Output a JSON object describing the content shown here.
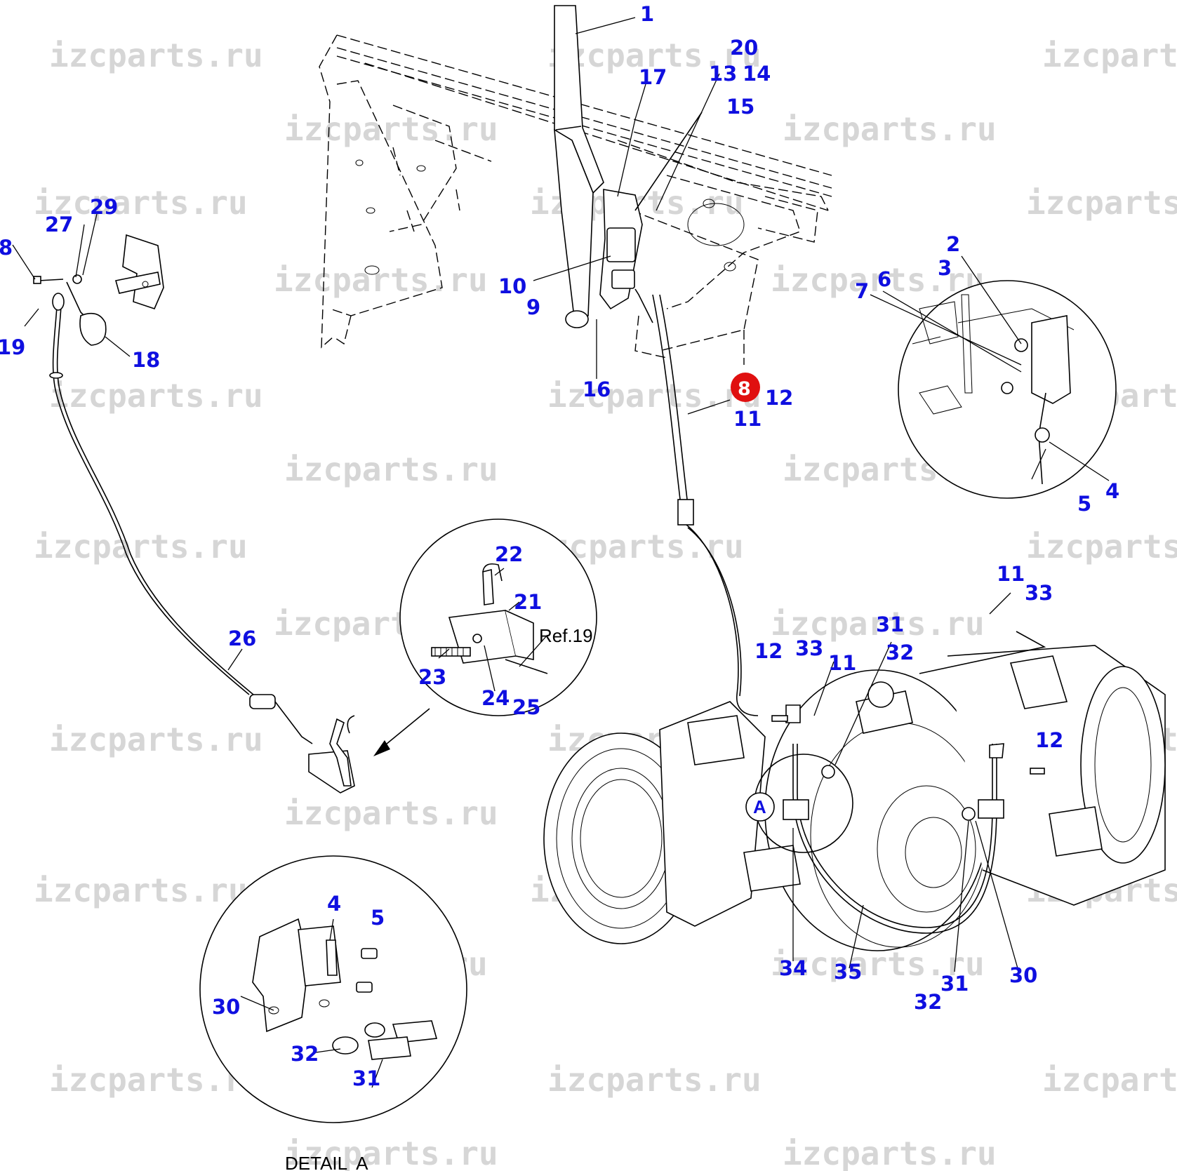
{
  "watermark": "izcparts.ru",
  "highlight_color": "#e01010",
  "label_color": "#0f0fe0",
  "callouts": {
    "c1": "1",
    "c2": "2",
    "c3": "3",
    "c4a": "4",
    "c4b": "4",
    "c5a": "5",
    "c5b": "5",
    "c6": "6",
    "c7": "7",
    "c8a": "8",
    "c8hl": "8",
    "c9": "9",
    "c10": "10",
    "c11a": "11",
    "c11b": "11",
    "c11c": "11",
    "c12a": "12",
    "c12b": "12",
    "c12c": "12",
    "c13": "13",
    "c14": "14",
    "c15": "15",
    "c16": "16",
    "c17": "17",
    "c18": "18",
    "c19": "19",
    "c20": "20",
    "c21": "21",
    "c22": "22",
    "c23": "23",
    "c24": "24",
    "c25": "25",
    "c26": "26",
    "c27": "27",
    "c29": "29",
    "c30a": "30",
    "c30b": "30",
    "c31a": "31",
    "c31b": "31",
    "c31c": "31",
    "c32a": "32",
    "c32b": "32",
    "c32c": "32",
    "c33a": "33",
    "c33b": "33",
    "c34": "34",
    "c35": "35"
  },
  "ref_label": "Ref.19",
  "detail_marker": "A",
  "detail_caption": "DETAIL  A"
}
